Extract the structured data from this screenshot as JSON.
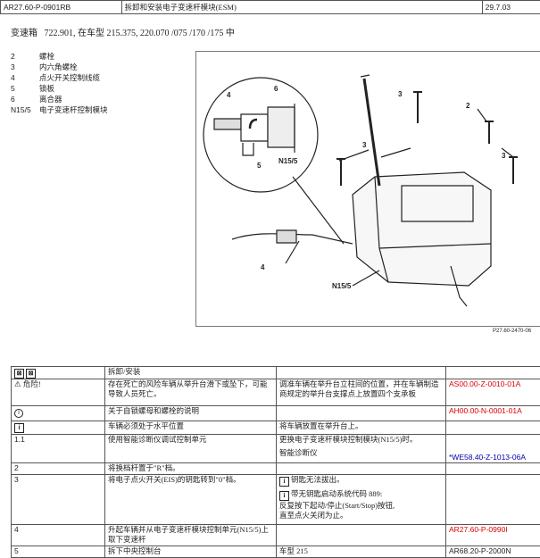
{
  "header": {
    "doc_id": "AR27.60-P-0901RB",
    "title": "拆卸和安装电子变速杆模块(ESM)",
    "date": "29.7.03"
  },
  "subheader": "变速箱   722.901, 在车型 215.375, 220.070 /075 /170 /175 中",
  "legend": [
    {
      "num": "2",
      "text": "螺栓"
    },
    {
      "num": "3",
      "text": "内六角螺栓"
    },
    {
      "num": "4",
      "text": "点火开关控制线缆"
    },
    {
      "num": "5",
      "text": "锁板"
    },
    {
      "num": "6",
      "text": "离合器"
    },
    {
      "num": "N15/5",
      "text": "电子变速杆控制模块"
    }
  ],
  "figure": {
    "code": "P27.60-2470-06",
    "callouts": {
      "c2": "2",
      "c3a": "3",
      "c3b": "3",
      "c3c": "3",
      "c4a": "4",
      "c4b": "4",
      "c5": "5",
      "c6": "6",
      "n1": "N15/5",
      "n2": "N15/5"
    }
  },
  "table": {
    "col2_header": "拆卸/安装",
    "rows": [
      {
        "step": "危险!",
        "icon": "warning-icon",
        "a": "存在死亡的风险车辆从举升台滑下或坠下，可能导致人员死亡。",
        "b": "调准车辆在举升台立柱间的位置，并在车辆制造商规定的举升台支撑点上放置四个支承板",
        "ref": "AS00.00-Z-0010-01A"
      },
      {
        "step": "",
        "icon": "info-circle-icon",
        "a": "关于自锁螺母和螺栓的说明",
        "b": "",
        "ref": "AH00.00-N-0001-01A"
      },
      {
        "step": "",
        "icon": "info-icon",
        "a": "车辆必须处于水平位置",
        "b": "将车辆放置在举升台上。",
        "ref": ""
      },
      {
        "step": "1.1",
        "icon": "",
        "a": "使用智能诊断仪调试控制单元",
        "b": "更换电子变速杆模块控制模块(N15/5)时。",
        "b2": "智能诊断仪",
        "ref": "*WE58.40-Z-1013-06A"
      },
      {
        "step": "2",
        "icon": "",
        "a": "将换档杆置于\"R\"档。",
        "b": "",
        "ref": ""
      },
      {
        "step": "3",
        "icon": "",
        "a": "将电子点火开关(EIS)的钥匙转到\"0\"档。",
        "b": "钥匙无法拔出。",
        "b2": "带无钥匙启动系统代码 889:",
        "b3": "反复按下起动/停止(Start/Stop)按钮,",
        "b4": "直至点火关闭为止。",
        "ref": ""
      },
      {
        "step": "4",
        "icon": "",
        "a": "升起车辆并从电子变速杆模块控制单元(N15/5)上取下变速杆",
        "b": "",
        "ref": "AR27.60-P-0990I"
      },
      {
        "step": "5",
        "icon": "",
        "a": "拆下中央控制台",
        "b": "车型 215",
        "ref": "AR68.20-P-2000N"
      }
    ]
  }
}
